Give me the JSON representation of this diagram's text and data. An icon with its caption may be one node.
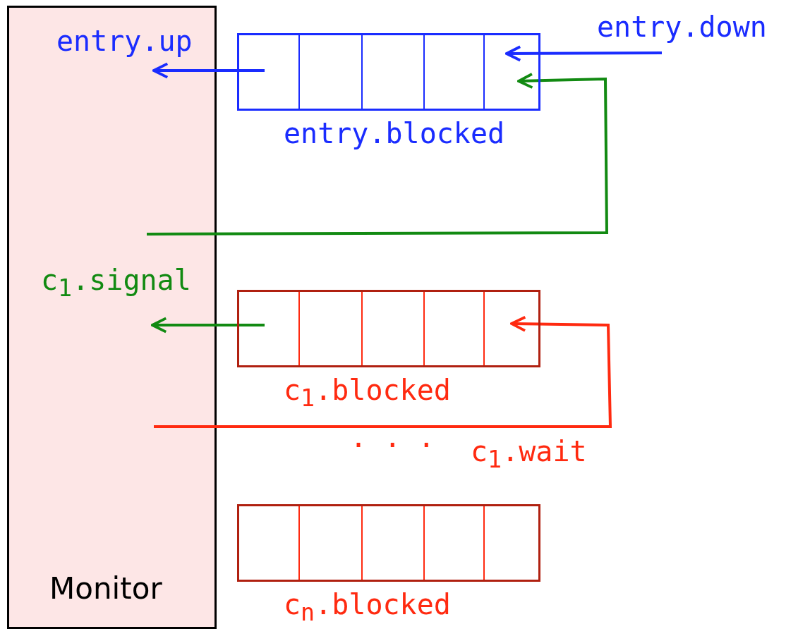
{
  "diagram": {
    "nodes": [
      {
        "text": [
          "Monitor"
        ]
      },
      {
        "text": [
          "entry.blocked"
        ]
      },
      {
        "text": [
          "c$_{1}$.blocked"
        ]
      },
      {
        "text": [
          "c$_{n}$.blocked"
        ]
      }
    ],
    "edges": [
      {
        "from": 1,
        "to": 0,
        "arrow": "to",
        "label": "entry.up",
        "color": "#1a2cff"
      },
      {
        "from": null,
        "to": 1,
        "arrow": "to",
        "label": "entry.down",
        "color": "#1a2cff"
      },
      {
        "from": 0,
        "to": 1,
        "arrow": "to",
        "color": "#128a12"
      },
      {
        "from": 2,
        "to": 0,
        "arrow": "to",
        "label": "c$_{1}$.signal",
        "color": "#128a12"
      },
      {
        "from": 0,
        "to": 2,
        "arrow": "to",
        "label": "c$_{1}$.wait",
        "color": "#ff2a10"
      }
    ],
    "labels": [
      ". . ."
    ]
  }
}
